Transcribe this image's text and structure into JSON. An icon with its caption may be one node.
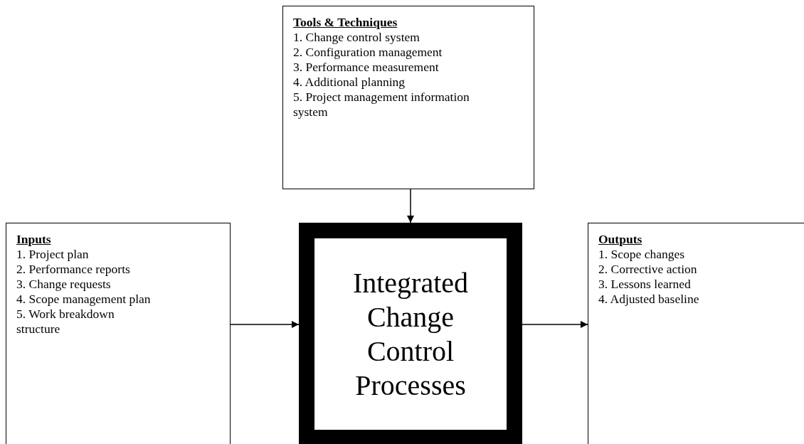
{
  "diagram": {
    "nodes": [
      {
        "text": [
          "Tools & Techniques",
          "1. Change control system",
          "2. Configuration management",
          "3. Performance measurement",
          "4. Additional planning",
          "5. Project management information system"
        ]
      },
      {
        "text": [
          "Inputs",
          "1. Project plan",
          "2. Performance reports",
          "3. Change requests",
          "4. Scope management plan",
          "5. Work breakdown structure"
        ]
      },
      {
        "text": [
          "Integrated Change Control Processes"
        ]
      },
      {
        "text": [
          "Outputs",
          "1. Scope changes",
          "2. Corrective action",
          "3. Lessons learned",
          "4. Adjusted baseline"
        ]
      }
    ],
    "edges": [
      {
        "from": 0,
        "to": 2,
        "arrow": "to"
      },
      {
        "from": 1,
        "to": 2,
        "arrow": "to"
      },
      {
        "from": 2,
        "to": 3,
        "arrow": "to"
      }
    ]
  }
}
